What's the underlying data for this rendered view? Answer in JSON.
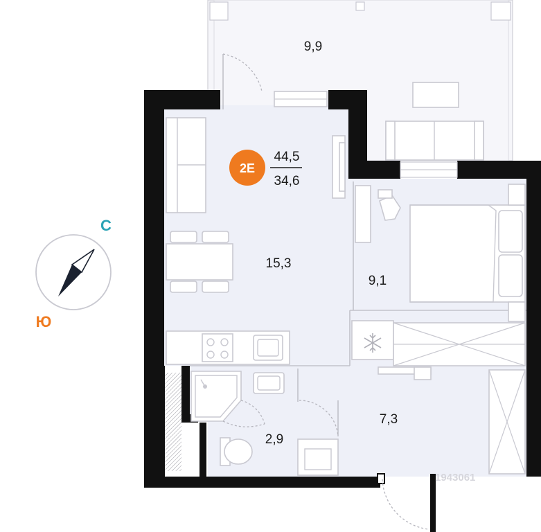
{
  "apartment": {
    "badge_label": "2E",
    "total_area": "44,5",
    "living_area": "34,6"
  },
  "rooms": {
    "balcony": "9,9",
    "kitchen_living": "15,3",
    "bedroom": "9,1",
    "bathroom": "2,9",
    "hallway": "7,3"
  },
  "compass": {
    "north_label": "С",
    "south_label": "Ю",
    "north_color": "#2ba3b5",
    "south_color": "#ef7a1f"
  },
  "watermark": "1943061",
  "colors": {
    "badge": "#ef7a1f",
    "wall": "#111111",
    "floor": "#eef0f8"
  }
}
